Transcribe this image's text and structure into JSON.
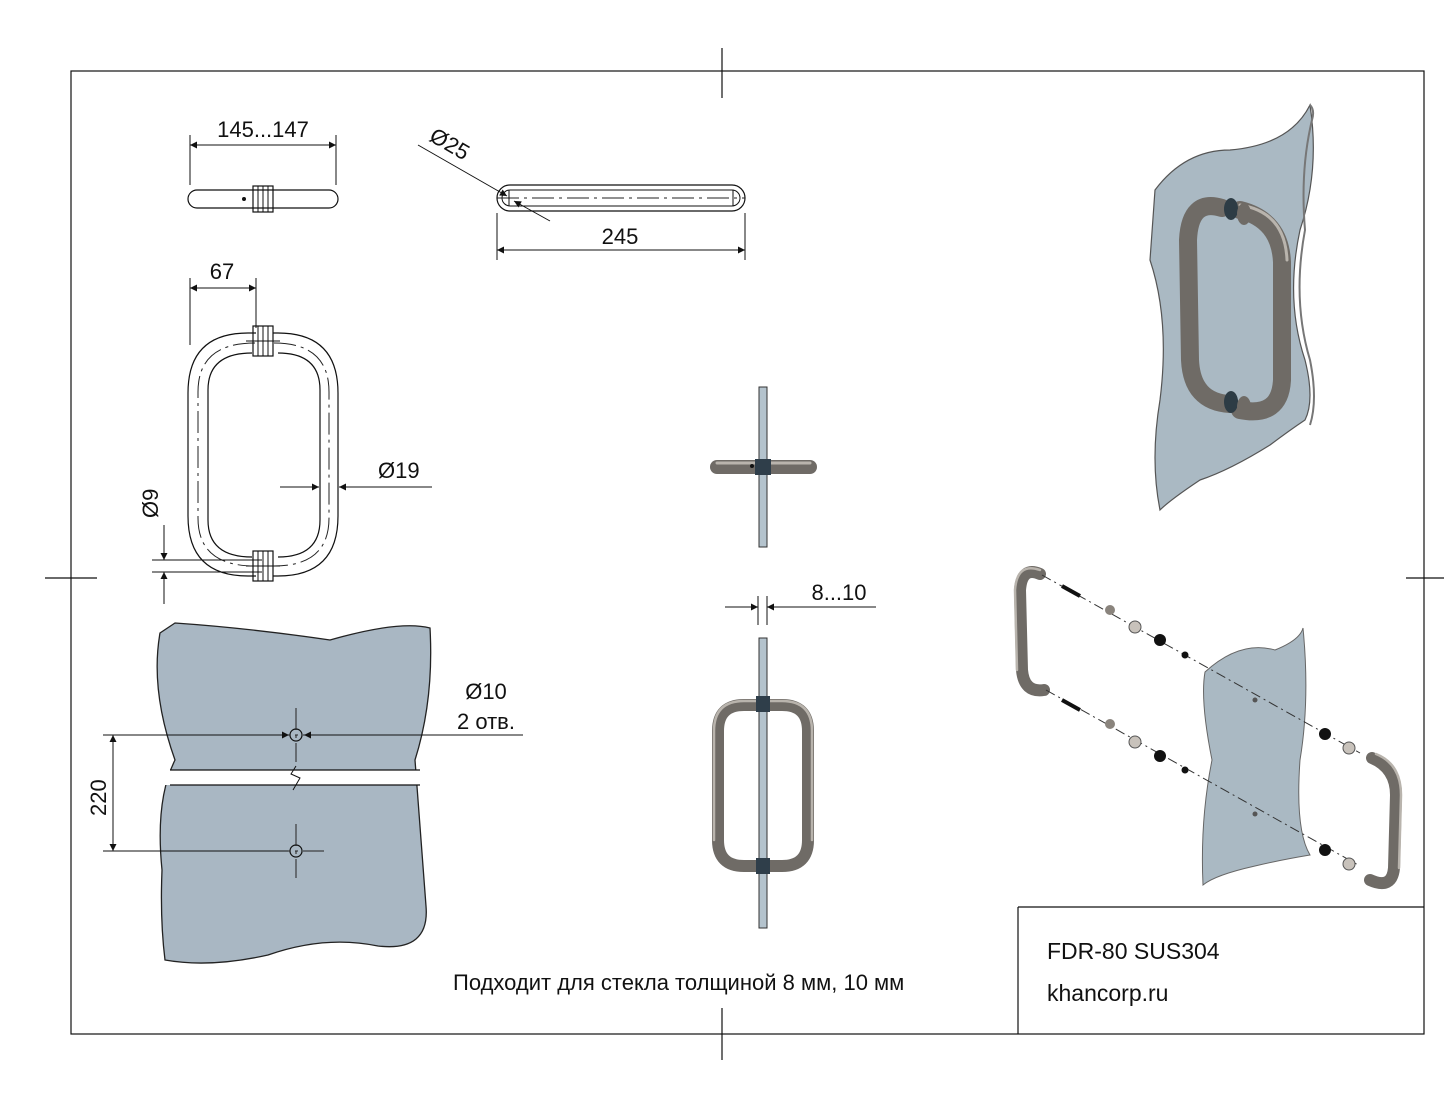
{
  "dimensions": {
    "top_view_width": "145...147",
    "bar_diameter": "Ø25",
    "bar_length": "245",
    "standoff": "67",
    "tube_diameter": "Ø19",
    "screw_diameter": "Ø9",
    "glass_thickness": "8...10",
    "hole_diameter": "Ø10",
    "hole_count": "2 отв.",
    "hole_spacing": "220"
  },
  "note": "Подходит для стекла толщиной 8 мм, 10 мм",
  "title_block": {
    "model": "FDR-80 SUS304",
    "website": "khancorp.ru"
  },
  "colors": {
    "glass": "#a9b7c3",
    "steel": "#8a847d",
    "line": "#111111"
  }
}
